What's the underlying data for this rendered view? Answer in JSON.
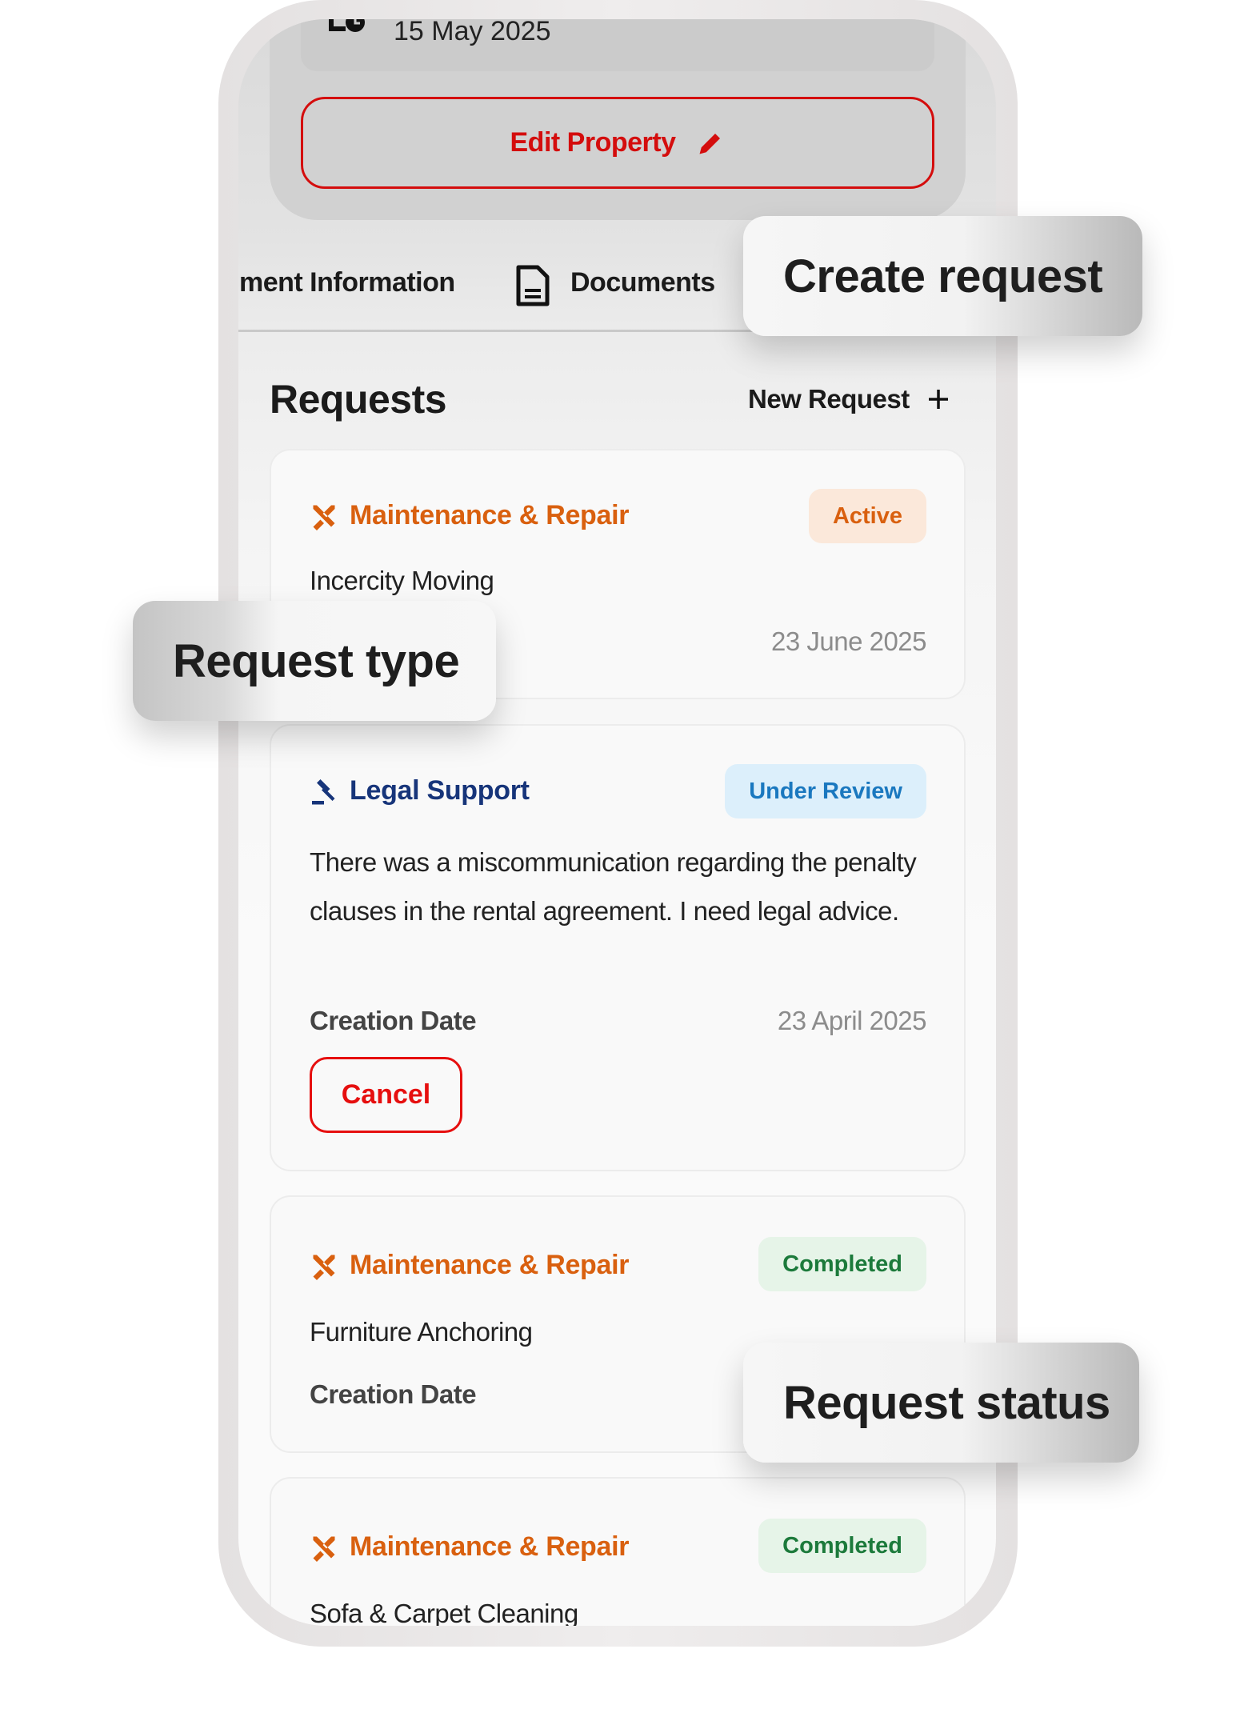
{
  "property": {
    "date": "15 May 2025",
    "edit_label": "Edit Property"
  },
  "tabs": [
    {
      "label": "ment Information"
    },
    {
      "label": "Documents"
    }
  ],
  "requests": {
    "heading": "Requests",
    "new_label": "New Request",
    "items": [
      {
        "type": "Maintenance & Repair",
        "status": "Active",
        "description": "Incercity Moving",
        "date": "23 June 2025"
      },
      {
        "type": "Legal Support",
        "status": "Under Review",
        "description": "There was a miscommunication regarding the penalty clauses in the rental agreement. I need legal advice.",
        "date_label": "Creation Date",
        "date": "23 April 2025",
        "cancel_label": "Cancel"
      },
      {
        "type": "Maintenance & Repair",
        "status": "Completed",
        "description": "Furniture Anchoring",
        "date_label": "Creation Date"
      },
      {
        "type": "Maintenance & Repair",
        "status": "Completed",
        "description": "Sofa & Carpet Cleaning"
      }
    ]
  },
  "callouts": {
    "create": "Create request",
    "type": "Request type",
    "status": "Request status"
  },
  "colors": {
    "accent_red": "#d40d0d",
    "maintenance": "#d9600f",
    "legal": "#17357a"
  }
}
